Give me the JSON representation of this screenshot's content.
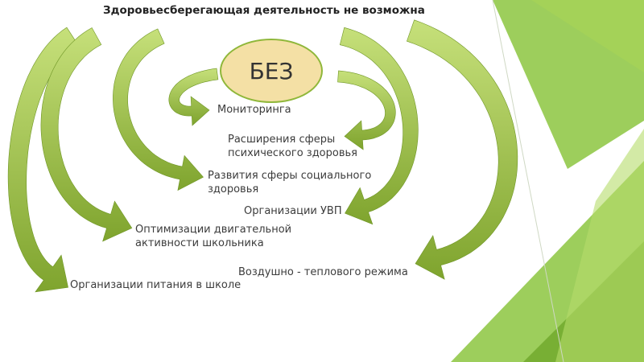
{
  "title": "Здоровьесберегающая деятельность не возможна",
  "center": "БЕЗ",
  "items": {
    "monitoring": "Мониторинга",
    "psych_1": "Расширения сферы",
    "psych_2": "психического здоровья",
    "social_1": "Развития сферы социального",
    "social_2": "здоровья",
    "uvp": "Организации УВП",
    "motor_1": "Оптимизации двигательной",
    "motor_2": "активности школьника",
    "air": "Воздушно - теплового режима",
    "food": "Организации питания в школе"
  },
  "colors": {
    "arrow_light": "#c6e07a",
    "arrow_dark": "#7fa42e",
    "deco_green": "#8cc63f",
    "center_fill": "#f4e0a5"
  }
}
